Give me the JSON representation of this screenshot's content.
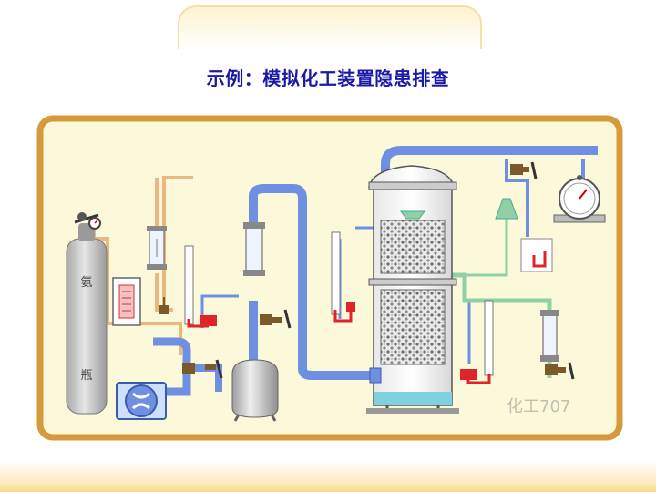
{
  "slide": {
    "title": "示例：模拟化工装置隐患排查"
  },
  "diagram": {
    "cylinder_label_top": "氨",
    "cylinder_label_bottom": "瓶",
    "watermark": "化工707"
  },
  "colors": {
    "frame": "#d69a3c",
    "panel": "#fbf9da",
    "blue_pipe": "#6f8fe0",
    "green_pipe": "#8fd0a5",
    "tan_pipe": "#e9b980",
    "valve": "#7a5a2b",
    "liquid_red": "#e0242a",
    "title": "#1a1aa8"
  }
}
